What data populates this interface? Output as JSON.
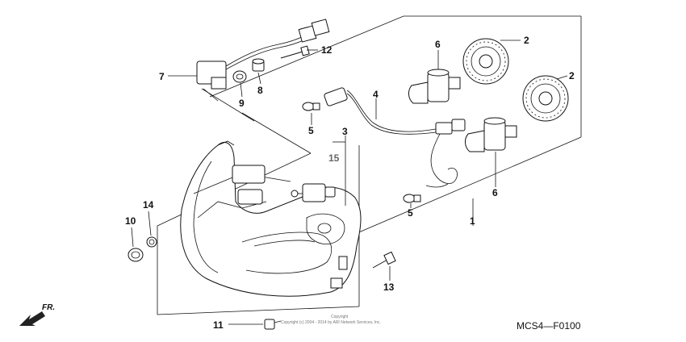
{
  "diagram": {
    "code": "MCS4—F0100",
    "copyright_line1": "Copyright",
    "copyright_line2": "Copyright (c) 2004 - 2014 by ARI Network Services, Inc.",
    "direction_label": "FR.",
    "callouts": [
      {
        "id": "c1",
        "text": "1"
      },
      {
        "id": "c2a",
        "text": "2"
      },
      {
        "id": "c2b",
        "text": "2"
      },
      {
        "id": "c3",
        "text": "3"
      },
      {
        "id": "c4",
        "text": "4"
      },
      {
        "id": "c5a",
        "text": "5"
      },
      {
        "id": "c5b",
        "text": "5"
      },
      {
        "id": "c6a",
        "text": "6"
      },
      {
        "id": "c6b",
        "text": "6"
      },
      {
        "id": "c7",
        "text": "7"
      },
      {
        "id": "c8",
        "text": "8"
      },
      {
        "id": "c9",
        "text": "9"
      },
      {
        "id": "c10",
        "text": "10"
      },
      {
        "id": "c11",
        "text": "11"
      },
      {
        "id": "c12",
        "text": "12"
      },
      {
        "id": "c13",
        "text": "13"
      },
      {
        "id": "c14",
        "text": "14"
      },
      {
        "id": "c15",
        "text": "15"
      }
    ]
  }
}
